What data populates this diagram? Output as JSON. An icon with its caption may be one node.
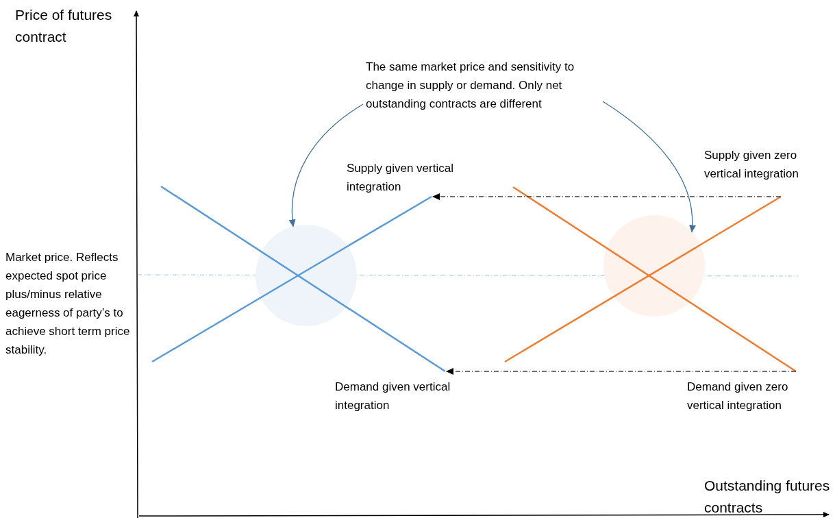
{
  "diagram": {
    "nodes": [
      {
        "text": [
          "The same market price and sensitivity to change in supply or demand. Only net outstanding contracts are different"
        ]
      },
      {
        "text": [],
        "shape": "circle"
      },
      {
        "text": [],
        "shape": "circle"
      }
    ],
    "edges": [
      {
        "from": 0,
        "to": 1,
        "arrow": "to",
        "color": "#41719c"
      },
      {
        "from": 0,
        "to": 2,
        "arrow": "to",
        "color": "#41719c"
      }
    ],
    "labels": [
      "Price of futures contract",
      "Supply given vertical integration",
      "Supply given zero vertical integration",
      "Market price. Reflects expected spot price plus/minus relative eagerness of party’s to achieve short term price stability.",
      "Demand given vertical integration",
      "Demand given zero vertical integration",
      "Outstanding futures contracts"
    ]
  }
}
